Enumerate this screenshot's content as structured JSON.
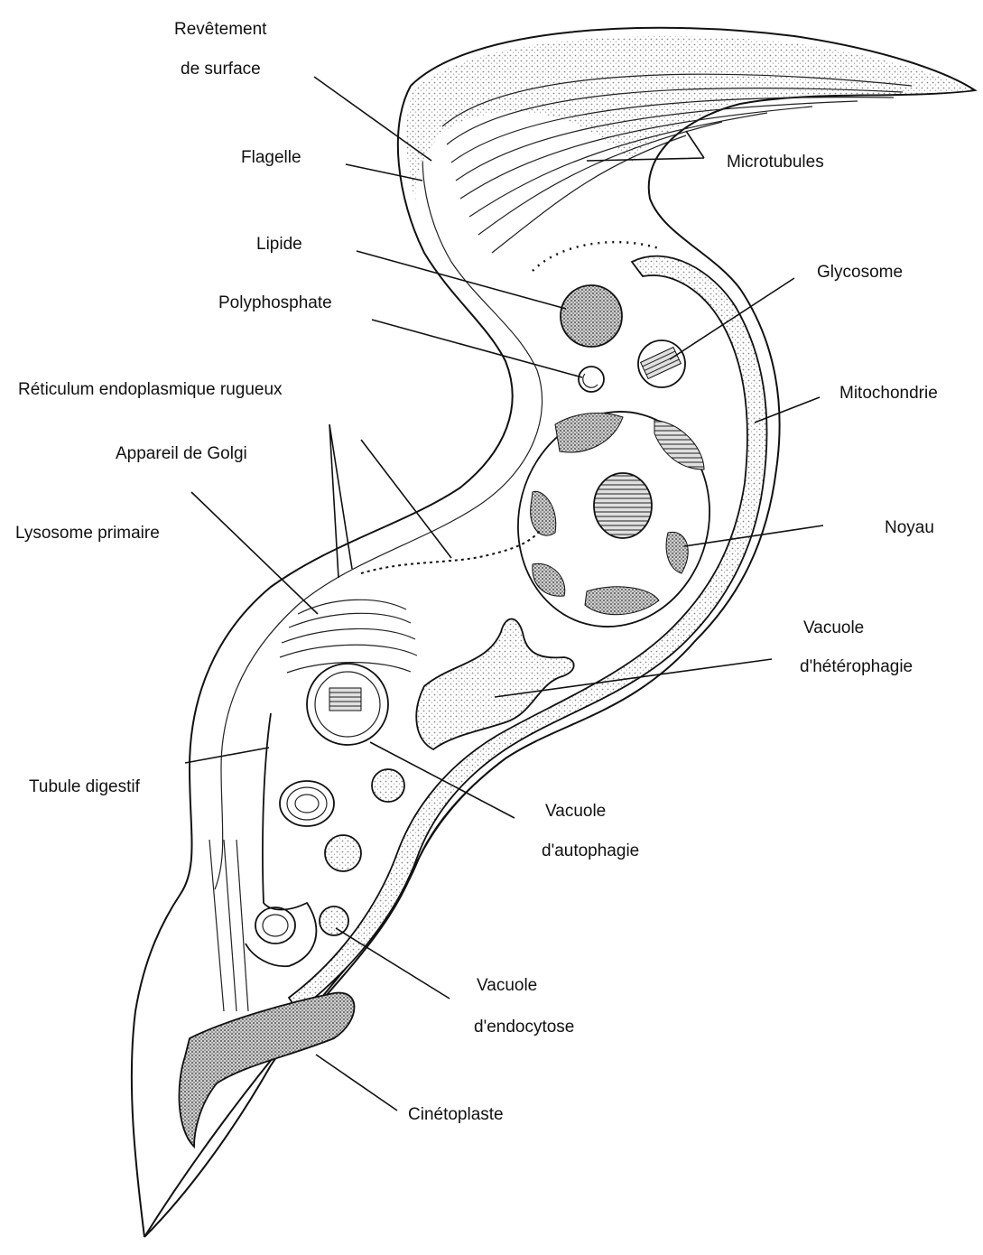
{
  "labels": {
    "revetement_line1": "Revêtement",
    "revetement_line2": "de surface",
    "flagelle": "Flagelle",
    "microtubules": "Microtubules",
    "lipide": "Lipide",
    "glycosome": "Glycosome",
    "polyphosphate": "Polyphosphate",
    "reticulum": "Réticulum  endoplasmique  rugueux",
    "mitochondrie": "Mitochondrie",
    "golgi": "Appareil de Golgi",
    "lysosome": "Lysosome primaire",
    "noyau": "Noyau",
    "heterophagie_line1": "Vacuole",
    "heterophagie_line2": "d'hétérophagie",
    "tubule": "Tubule digestif",
    "autophagie_line1": "Vacuole",
    "autophagie_line2": "d'autophagie",
    "endocytose_line1": "Vacuole",
    "endocytose_line2": "d'endocytose",
    "cinetoplaste": "Cinétoplaste"
  },
  "colors": {
    "line": "#111111",
    "stipple": "#9a9a9a",
    "background": "#ffffff"
  }
}
